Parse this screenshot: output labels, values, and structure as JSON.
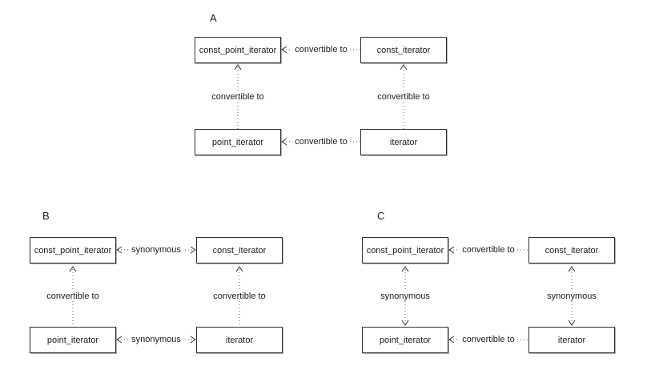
{
  "diagrams": [
    {
      "label": "A",
      "nodes": {
        "top_left": "const_point_iterator",
        "top_right": "const_iterator",
        "bottom_left": "point_iterator",
        "bottom_right": "iterator"
      },
      "edges": {
        "top": {
          "label": "convertible to",
          "direction": "right-to-left"
        },
        "bottom": {
          "label": "convertible to",
          "direction": "right-to-left"
        },
        "left": {
          "label": "convertible to",
          "direction": "bottom-to-top"
        },
        "right": {
          "label": "convertible to",
          "direction": "bottom-to-top"
        }
      }
    },
    {
      "label": "B",
      "nodes": {
        "top_left": "const_point_iterator",
        "top_right": "const_iterator",
        "bottom_left": "point_iterator",
        "bottom_right": "iterator"
      },
      "edges": {
        "top": {
          "label": "synonymous",
          "direction": "both"
        },
        "bottom": {
          "label": "synonymous",
          "direction": "both"
        },
        "left": {
          "label": "convertible to",
          "direction": "bottom-to-top"
        },
        "right": {
          "label": "convertible to",
          "direction": "bottom-to-top"
        }
      }
    },
    {
      "label": "C",
      "nodes": {
        "top_left": "const_point_iterator",
        "top_right": "const_iterator",
        "bottom_left": "point_iterator",
        "bottom_right": "iterator"
      },
      "edges": {
        "top": {
          "label": "convertible to",
          "direction": "right-to-left"
        },
        "bottom": {
          "label": "convertible to",
          "direction": "right-to-left"
        },
        "left": {
          "label": "synonymous",
          "direction": "both"
        },
        "right": {
          "label": "synonymous",
          "direction": "both"
        }
      }
    }
  ],
  "colors": {
    "background": "#ffffff",
    "box_border": "#2f2f2f",
    "dotted_line": "#595959",
    "text": "#1c1c1c"
  }
}
